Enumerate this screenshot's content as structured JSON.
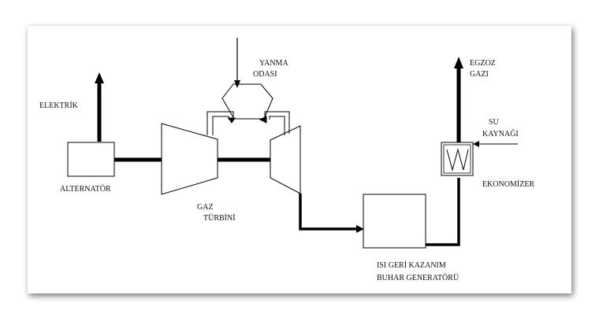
{
  "labels": {
    "elektrik": "ELEKTRİK",
    "alternator": "ALTERNATÖR",
    "gaz_turbini_line1": "GAZ",
    "gaz_turbini_line2": "TÜRBİNİ",
    "yanma_odasi_line1": "YANMA",
    "yanma_odasi_line2": "ODASI",
    "egzoz_gazi_line1": "EGZOZ",
    "egzoz_gazi_line2": "GAZI",
    "su_kaynagi_line1": "SU",
    "su_kaynagi_line2": "KAYNAĞI",
    "ekonomizer": "EKONOMİZER",
    "isi_geri_line1": "ISI GERİ KAZANIM",
    "isi_geri_line2": "BUHAR GENERATÖRÜ"
  },
  "colors": {
    "line": "#000000",
    "panel": "#ffffff",
    "shadow": "#9a9a9a"
  }
}
